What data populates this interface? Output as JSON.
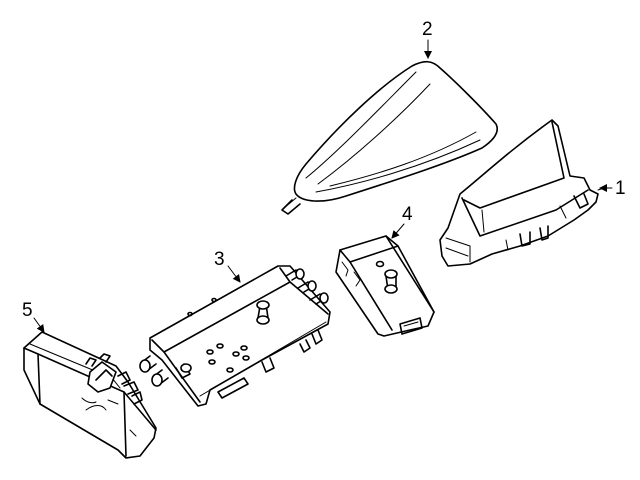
{
  "parts": [
    {
      "label": "1"
    },
    {
      "label": "2"
    },
    {
      "label": "3"
    },
    {
      "label": "4"
    },
    {
      "label": "5"
    }
  ],
  "colors": {
    "line": "#000000",
    "background": "#ffffff"
  }
}
